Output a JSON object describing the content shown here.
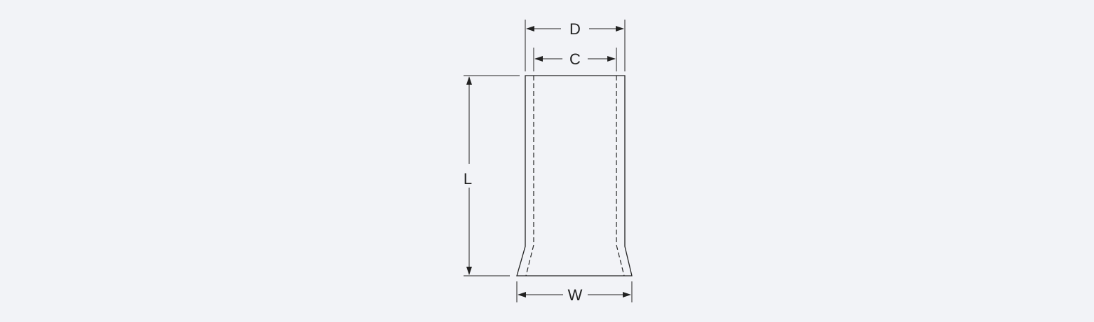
{
  "diagram": {
    "labels": {
      "D": "D",
      "C": "C",
      "L": "L",
      "W": "W"
    },
    "line_color": "#222222",
    "background_color": "#f2f3f7"
  }
}
